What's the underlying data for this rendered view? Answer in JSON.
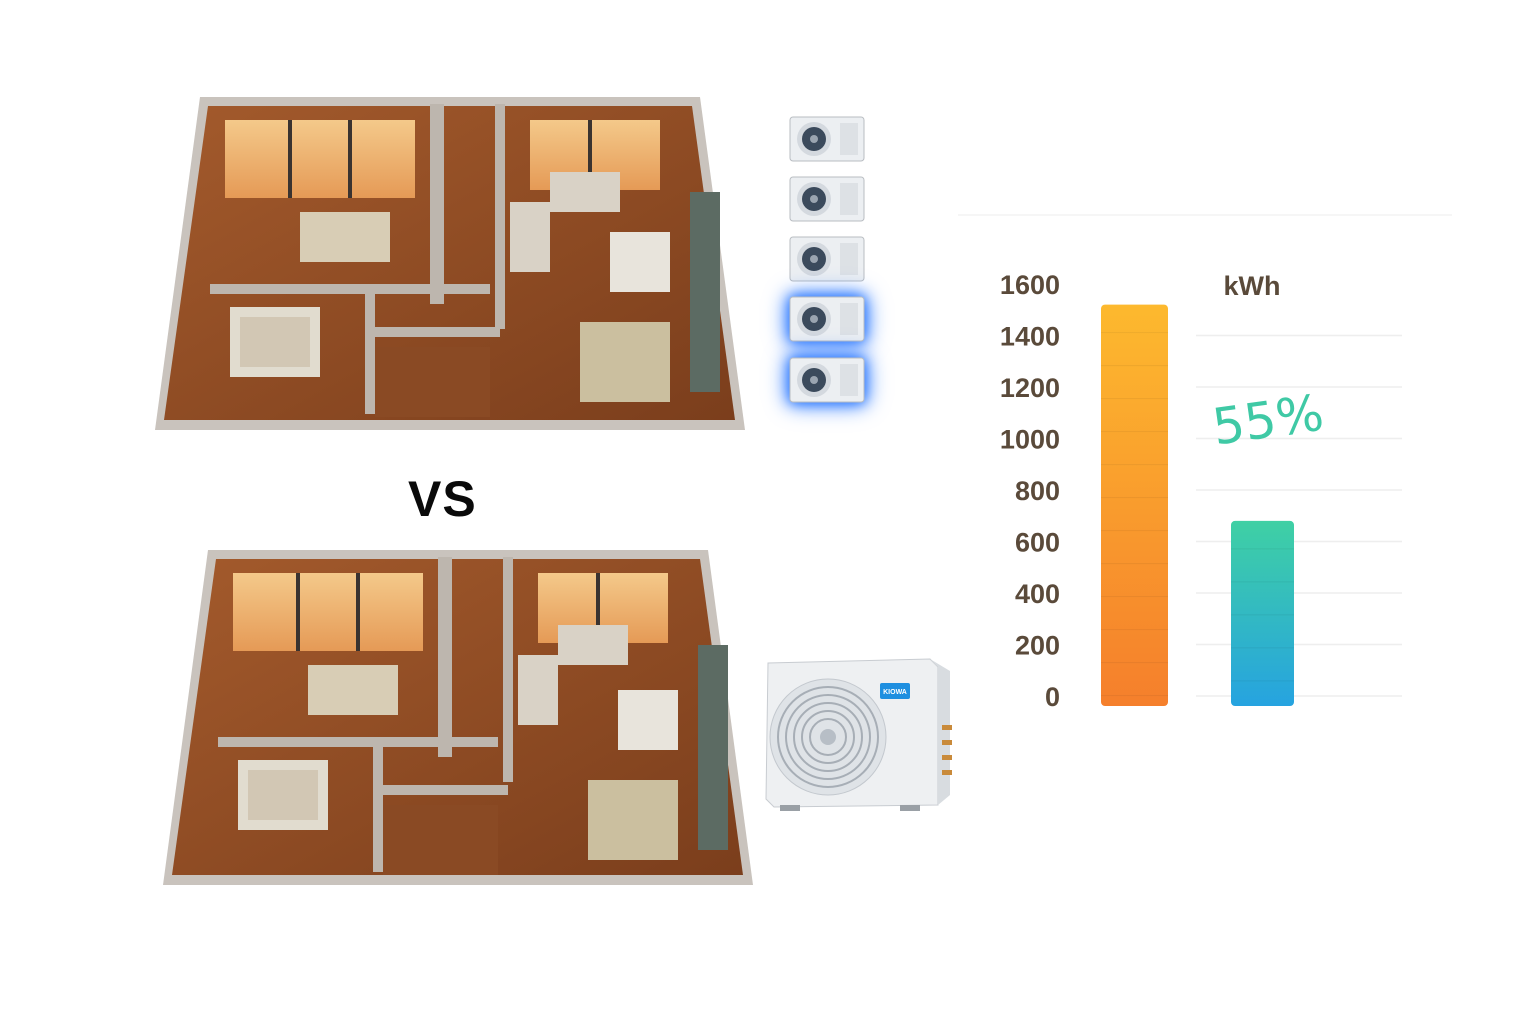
{
  "comparison_label": "VS",
  "icons": {
    "multi_outdoor_units": "outdoor-ac-unit-icon",
    "single_outdoor_unit": "multi-split-outdoor-unit-icon"
  },
  "single_unit_brand": "KIOWA",
  "colors": {
    "bar_multi_top": "#fdb92e",
    "bar_multi_bottom": "#f57f2c",
    "bar_single_top": "#3fd0a4",
    "bar_single_bottom": "#26a3e0",
    "highlight_glow": "#2f7bff",
    "axis_text": "#5a4a3a",
    "percent_text": "#3fc9a5"
  },
  "chart_data": {
    "type": "bar",
    "unit_label": "kWh",
    "yticks": [
      "1600",
      "1400",
      "1200",
      "1000",
      "800",
      "600",
      "400",
      "200",
      "0"
    ],
    "ylim": [
      0,
      1600
    ],
    "values": [
      1520,
      680
    ],
    "annotation": "55%",
    "grid": true
  }
}
